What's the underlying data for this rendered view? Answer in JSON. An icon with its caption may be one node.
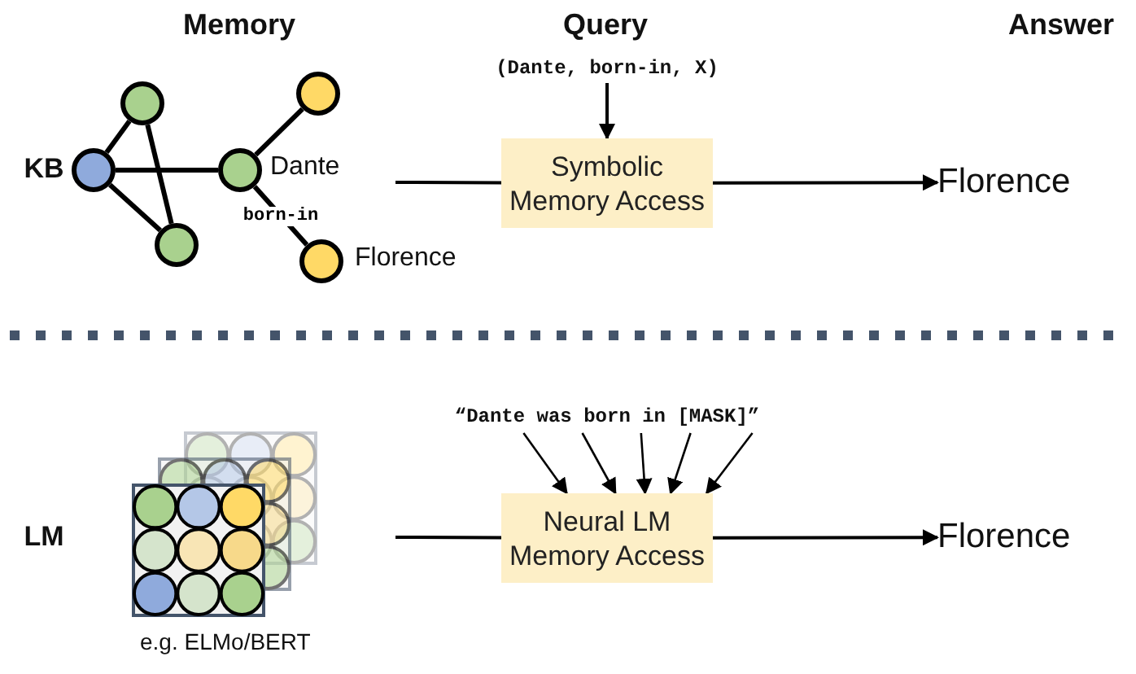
{
  "diagram": {
    "nodes": [
      {
        "text": [],
        "shape": "circle"
      },
      {
        "text": [],
        "shape": "circle"
      },
      {
        "text": [],
        "shape": "circle",
        "beside": [
          "Dante"
        ]
      },
      {
        "text": [],
        "shape": "circle"
      },
      {
        "text": [],
        "shape": "circle"
      },
      {
        "text": [],
        "shape": "circle",
        "beside": [
          "Florence"
        ]
      },
      {
        "text": [
          "(Dante, born-in, X)"
        ]
      },
      {
        "text": [
          "Symbolic Memory Access"
        ]
      },
      {
        "text": [
          "Florence"
        ]
      },
      {
        "text": [
          "“Dante was born in [MASK]”"
        ]
      },
      {
        "text": [],
        "shape": "picture",
        "beside": [
          "e.g. ELMo/BERT"
        ]
      },
      {
        "text": [
          "Neural LM Memory Access"
        ]
      },
      {
        "text": [
          "Florence"
        ]
      }
    ],
    "edges": [
      {
        "from": 1,
        "to": 0,
        "arrow": "none"
      },
      {
        "from": 1,
        "to": 2,
        "arrow": "none"
      },
      {
        "from": 1,
        "to": 4,
        "arrow": "none"
      },
      {
        "from": 0,
        "to": 4,
        "arrow": "none"
      },
      {
        "from": 2,
        "to": 3,
        "arrow": "none"
      },
      {
        "from": 2,
        "to": 5,
        "arrow": "none",
        "label": "born-in"
      },
      {
        "from": null,
        "to": 7,
        "arrow": "none"
      },
      {
        "from": 6,
        "to": 7,
        "arrow": "to"
      },
      {
        "from": 7,
        "to": 8,
        "arrow": "to"
      },
      {
        "from": 9,
        "to": 11,
        "arrow": "to"
      },
      {
        "from": 9,
        "to": 11,
        "arrow": "to"
      },
      {
        "from": 9,
        "to": 11,
        "arrow": "to"
      },
      {
        "from": 9,
        "to": 11,
        "arrow": "to"
      },
      {
        "from": 9,
        "to": 11,
        "arrow": "to"
      },
      {
        "from": null,
        "to": 11,
        "arrow": "none"
      },
      {
        "from": 11,
        "to": 12,
        "arrow": "to"
      }
    ],
    "labels": [
      "Memory",
      "Query",
      "Answer",
      "KB",
      "LM"
    ]
  }
}
